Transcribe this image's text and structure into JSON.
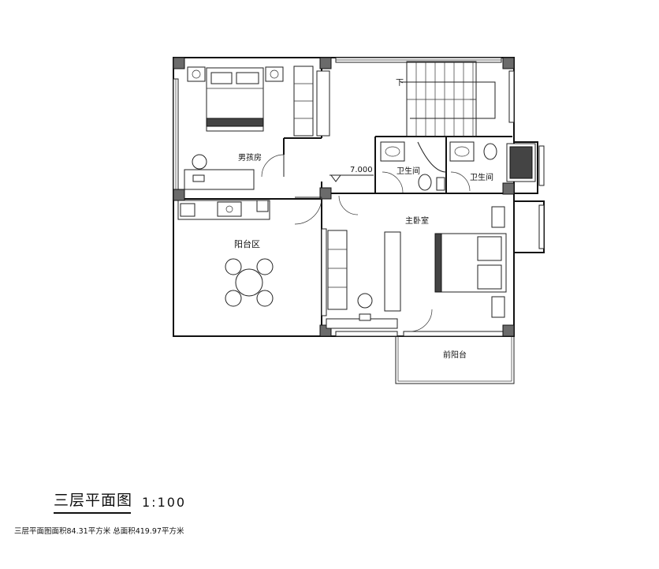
{
  "rooms": {
    "boys_room": "男孩房",
    "bathroom_a": "卫生间",
    "bathroom_b": "卫生间",
    "master_bedroom": "主卧室",
    "balcony_area": "阳台区",
    "front_balcony": "前阳台"
  },
  "stair_label": "下",
  "elevation": "7.000",
  "footer": {
    "title": "三层平面图",
    "scale": "1:100",
    "area_note": "三层平面图面积84.31平方米 总面积419.97平方米"
  }
}
